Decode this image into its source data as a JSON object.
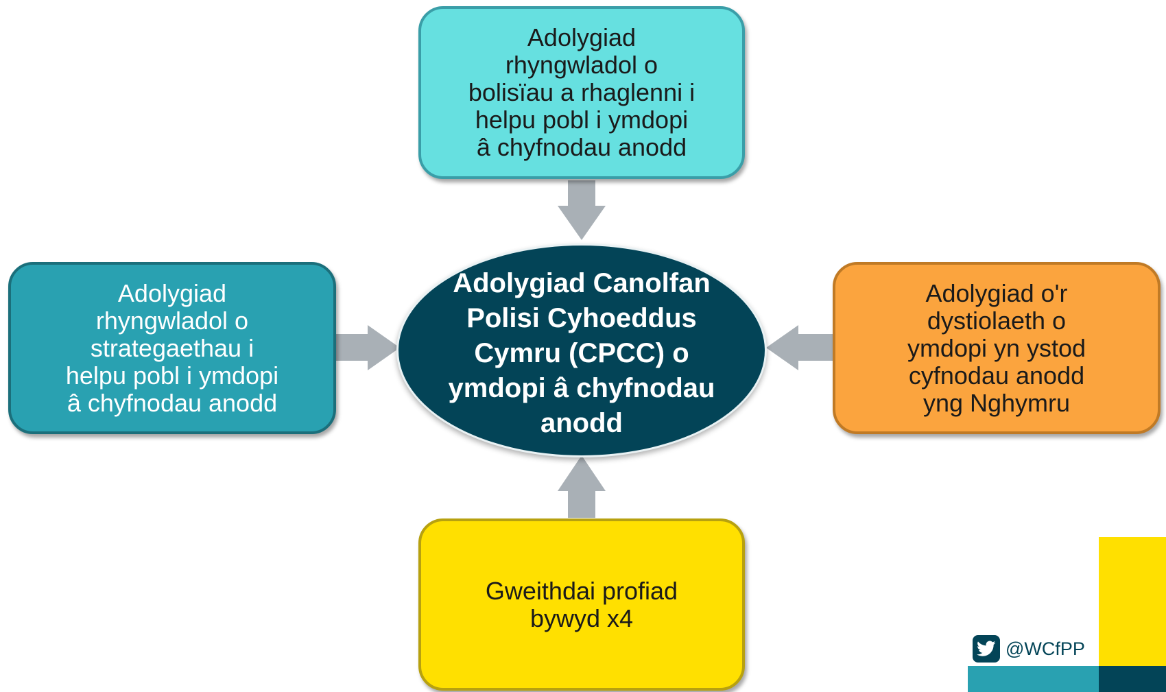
{
  "center": {
    "lines": [
      "Adolygiad Canolfan",
      "Polisi Cyhoeddus",
      "Cymru (CPCC) o",
      "ymdopi â chyfnodau",
      "anodd"
    ]
  },
  "boxes": {
    "top": {
      "lines": [
        "Adolygiad",
        "rhyngwladol o",
        "bolisïau a rhaglenni i",
        "helpu pobl i ymdopi",
        "â chyfnodau anodd"
      ],
      "color": "#66e0e0"
    },
    "left": {
      "lines": [
        "Adolygiad",
        "rhyngwladol o",
        "strategaethau i",
        "helpu pobl i ymdopi",
        "â chyfnodau anodd"
      ],
      "color": "#29a1b1"
    },
    "right": {
      "lines": [
        "Adolygiad o'r",
        "dystiolaeth o",
        "ymdopi yn ystod",
        "cyfnodau anodd",
        "yng Nghymru"
      ],
      "color": "#fba43e"
    },
    "bottom": {
      "lines": [
        "Gweithdai profiad",
        "bywyd x4"
      ],
      "color": "#ffe000"
    }
  },
  "footer": {
    "twitter_handle": "@WCfPP",
    "icon": "twitter-icon"
  },
  "colors": {
    "ellipse": "#034457",
    "arrow": "#a9b0b6",
    "accent_yellow": "#ffe000",
    "accent_teal": "#29a1b1"
  }
}
